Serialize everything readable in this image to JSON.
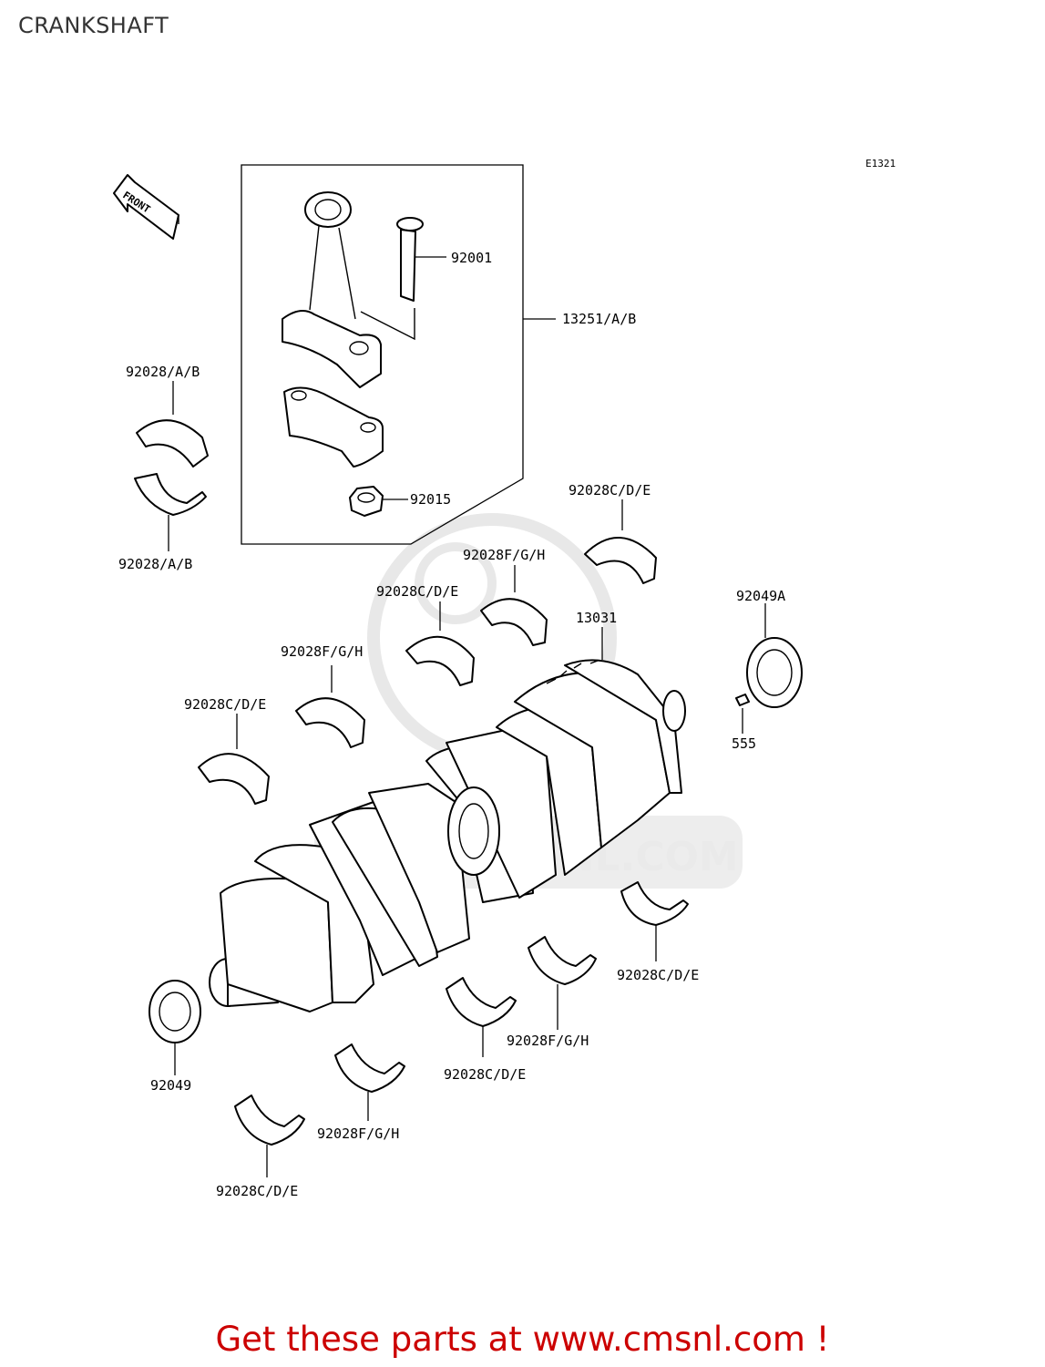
{
  "page": {
    "title": "CRANKSHAFT",
    "footer": "Get these parts at www.cmsnl.com !"
  },
  "diagram": {
    "ref_code": "E1321",
    "front_label": "FRONT",
    "watermark": "WWW.CMSNL.COM",
    "labels": {
      "p92001": "92001",
      "p13251": "13251/A/B",
      "p92028ab_top": "92028/A/B",
      "p92028ab_bottom": "92028/A/B",
      "p92015": "92015",
      "p92028cde_1": "92028C/D/E",
      "p92028fgh_1": "92028F/G/H",
      "p92028cde_2": "92028C/D/E",
      "p92049a": "92049A",
      "p13031": "13031",
      "p92028fgh_2": "92028F/G/H",
      "p555": "555",
      "p92028cde_3": "92028C/D/E",
      "p92028cde_4": "92028C/D/E",
      "p92028fgh_3": "92028F/G/H",
      "p92049": "92049",
      "p92028cde_5": "92028C/D/E",
      "p92028fgh_4": "92028F/G/H",
      "p92028cde_6": "92028C/D/E"
    }
  }
}
